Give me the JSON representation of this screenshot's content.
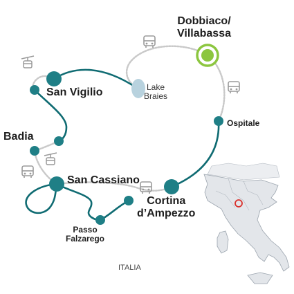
{
  "places": {
    "dobbiaco": "Dobbiaco/\nVillabassa",
    "san_vigilio": "San Vigilio",
    "lake_braies": "Lake\nBraies",
    "ospitale": "Ospitale",
    "badia": "Badia",
    "san_cassiano": "San Cassiano",
    "cortina": "Cortina\nd’Ampezzo",
    "passo_falzarego": "Passo\nFalzarego"
  },
  "inset": {
    "country_label": "ITALIA"
  },
  "colors": {
    "route": "#0f6b72",
    "node": "#1f7f86",
    "bus_path": "#c9c9c9",
    "start": "#8cc63f",
    "inset_land": "#e3e6ea",
    "inset_border": "#9aa3ad",
    "inset_marker": "#d9302b",
    "icon": "#9a9a9a"
  },
  "icons": [
    "bus-icon",
    "cable-car-icon"
  ]
}
